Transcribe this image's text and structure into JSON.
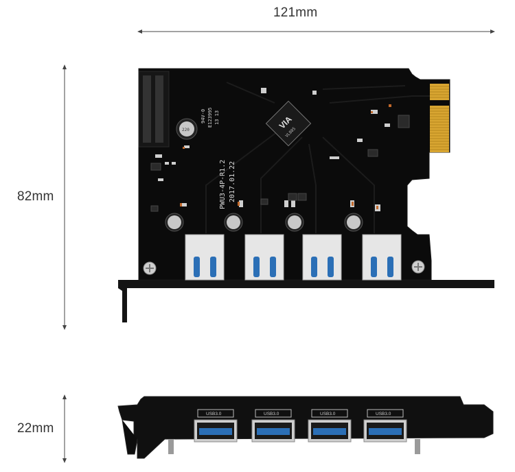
{
  "dimensions": {
    "width_label": "121mm",
    "height_label": "82mm",
    "bracket_height_label": "22mm"
  },
  "board": {
    "model": "PWU3-4P-R1.2",
    "date": "2017.01.22",
    "cert_line1": "94V-0",
    "cert_line2": "E123995",
    "cert_line3": "13 13",
    "chip_brand": "VIA",
    "chip_model": "VL805"
  },
  "bracket": {
    "port_labels": [
      "USB3.0",
      "USB3.0",
      "USB3.0",
      "USB3.0"
    ]
  },
  "colors": {
    "pcb": "#0a0a0a",
    "usb_blue": "#2b6fb6",
    "gold_contact": "#d8a531",
    "bracket": "#101010",
    "dimension_line": "#444444"
  }
}
